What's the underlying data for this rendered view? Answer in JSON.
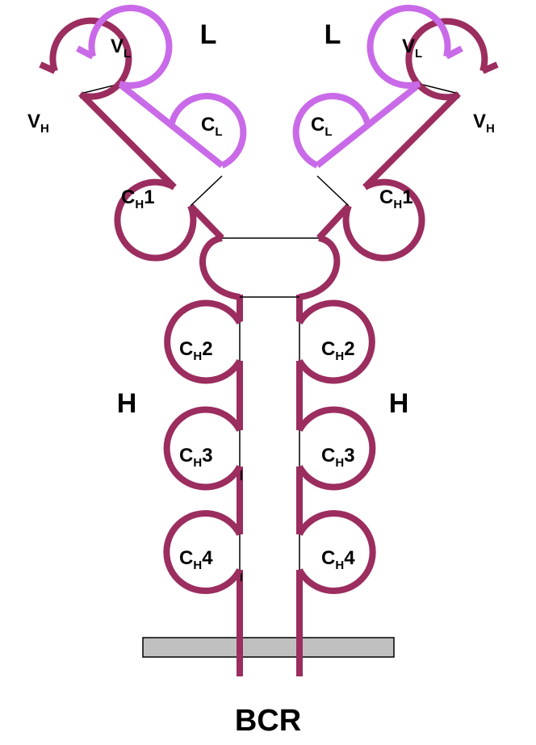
{
  "colors": {
    "heavy_chain": "#9b2d5f",
    "light_chain": "#c96ae8",
    "bond": "#000000",
    "membrane_fill": "#c0c0c0",
    "membrane_stroke": "#000000"
  },
  "chain_labels": {
    "light_left": "L",
    "light_right": "L",
    "heavy_left": "H",
    "heavy_right": "H"
  },
  "domains": {
    "vl_left": {
      "main": "V",
      "sub": "L"
    },
    "vl_right": {
      "main": "V",
      "sub": "L"
    },
    "cl_left": {
      "main": "C",
      "sub": "L"
    },
    "cl_right": {
      "main": "C",
      "sub": "L"
    },
    "vh_left": {
      "main": "V",
      "sub": "H"
    },
    "vh_right": {
      "main": "V",
      "sub": "H"
    },
    "ch1_left": {
      "main": "C",
      "sub": "H",
      "num": "1"
    },
    "ch1_right": {
      "main": "C",
      "sub": "H",
      "num": "1"
    },
    "ch2_left": {
      "main": "C",
      "sub": "H",
      "num": "2"
    },
    "ch2_right": {
      "main": "C",
      "sub": "H",
      "num": "2"
    },
    "ch3_left": {
      "main": "C",
      "sub": "H",
      "num": "3"
    },
    "ch3_right": {
      "main": "C",
      "sub": "H",
      "num": "3"
    },
    "ch4_left": {
      "main": "C",
      "sub": "H",
      "num": "4"
    },
    "ch4_right": {
      "main": "C",
      "sub": "H",
      "num": "4"
    }
  },
  "caption": "BCR"
}
